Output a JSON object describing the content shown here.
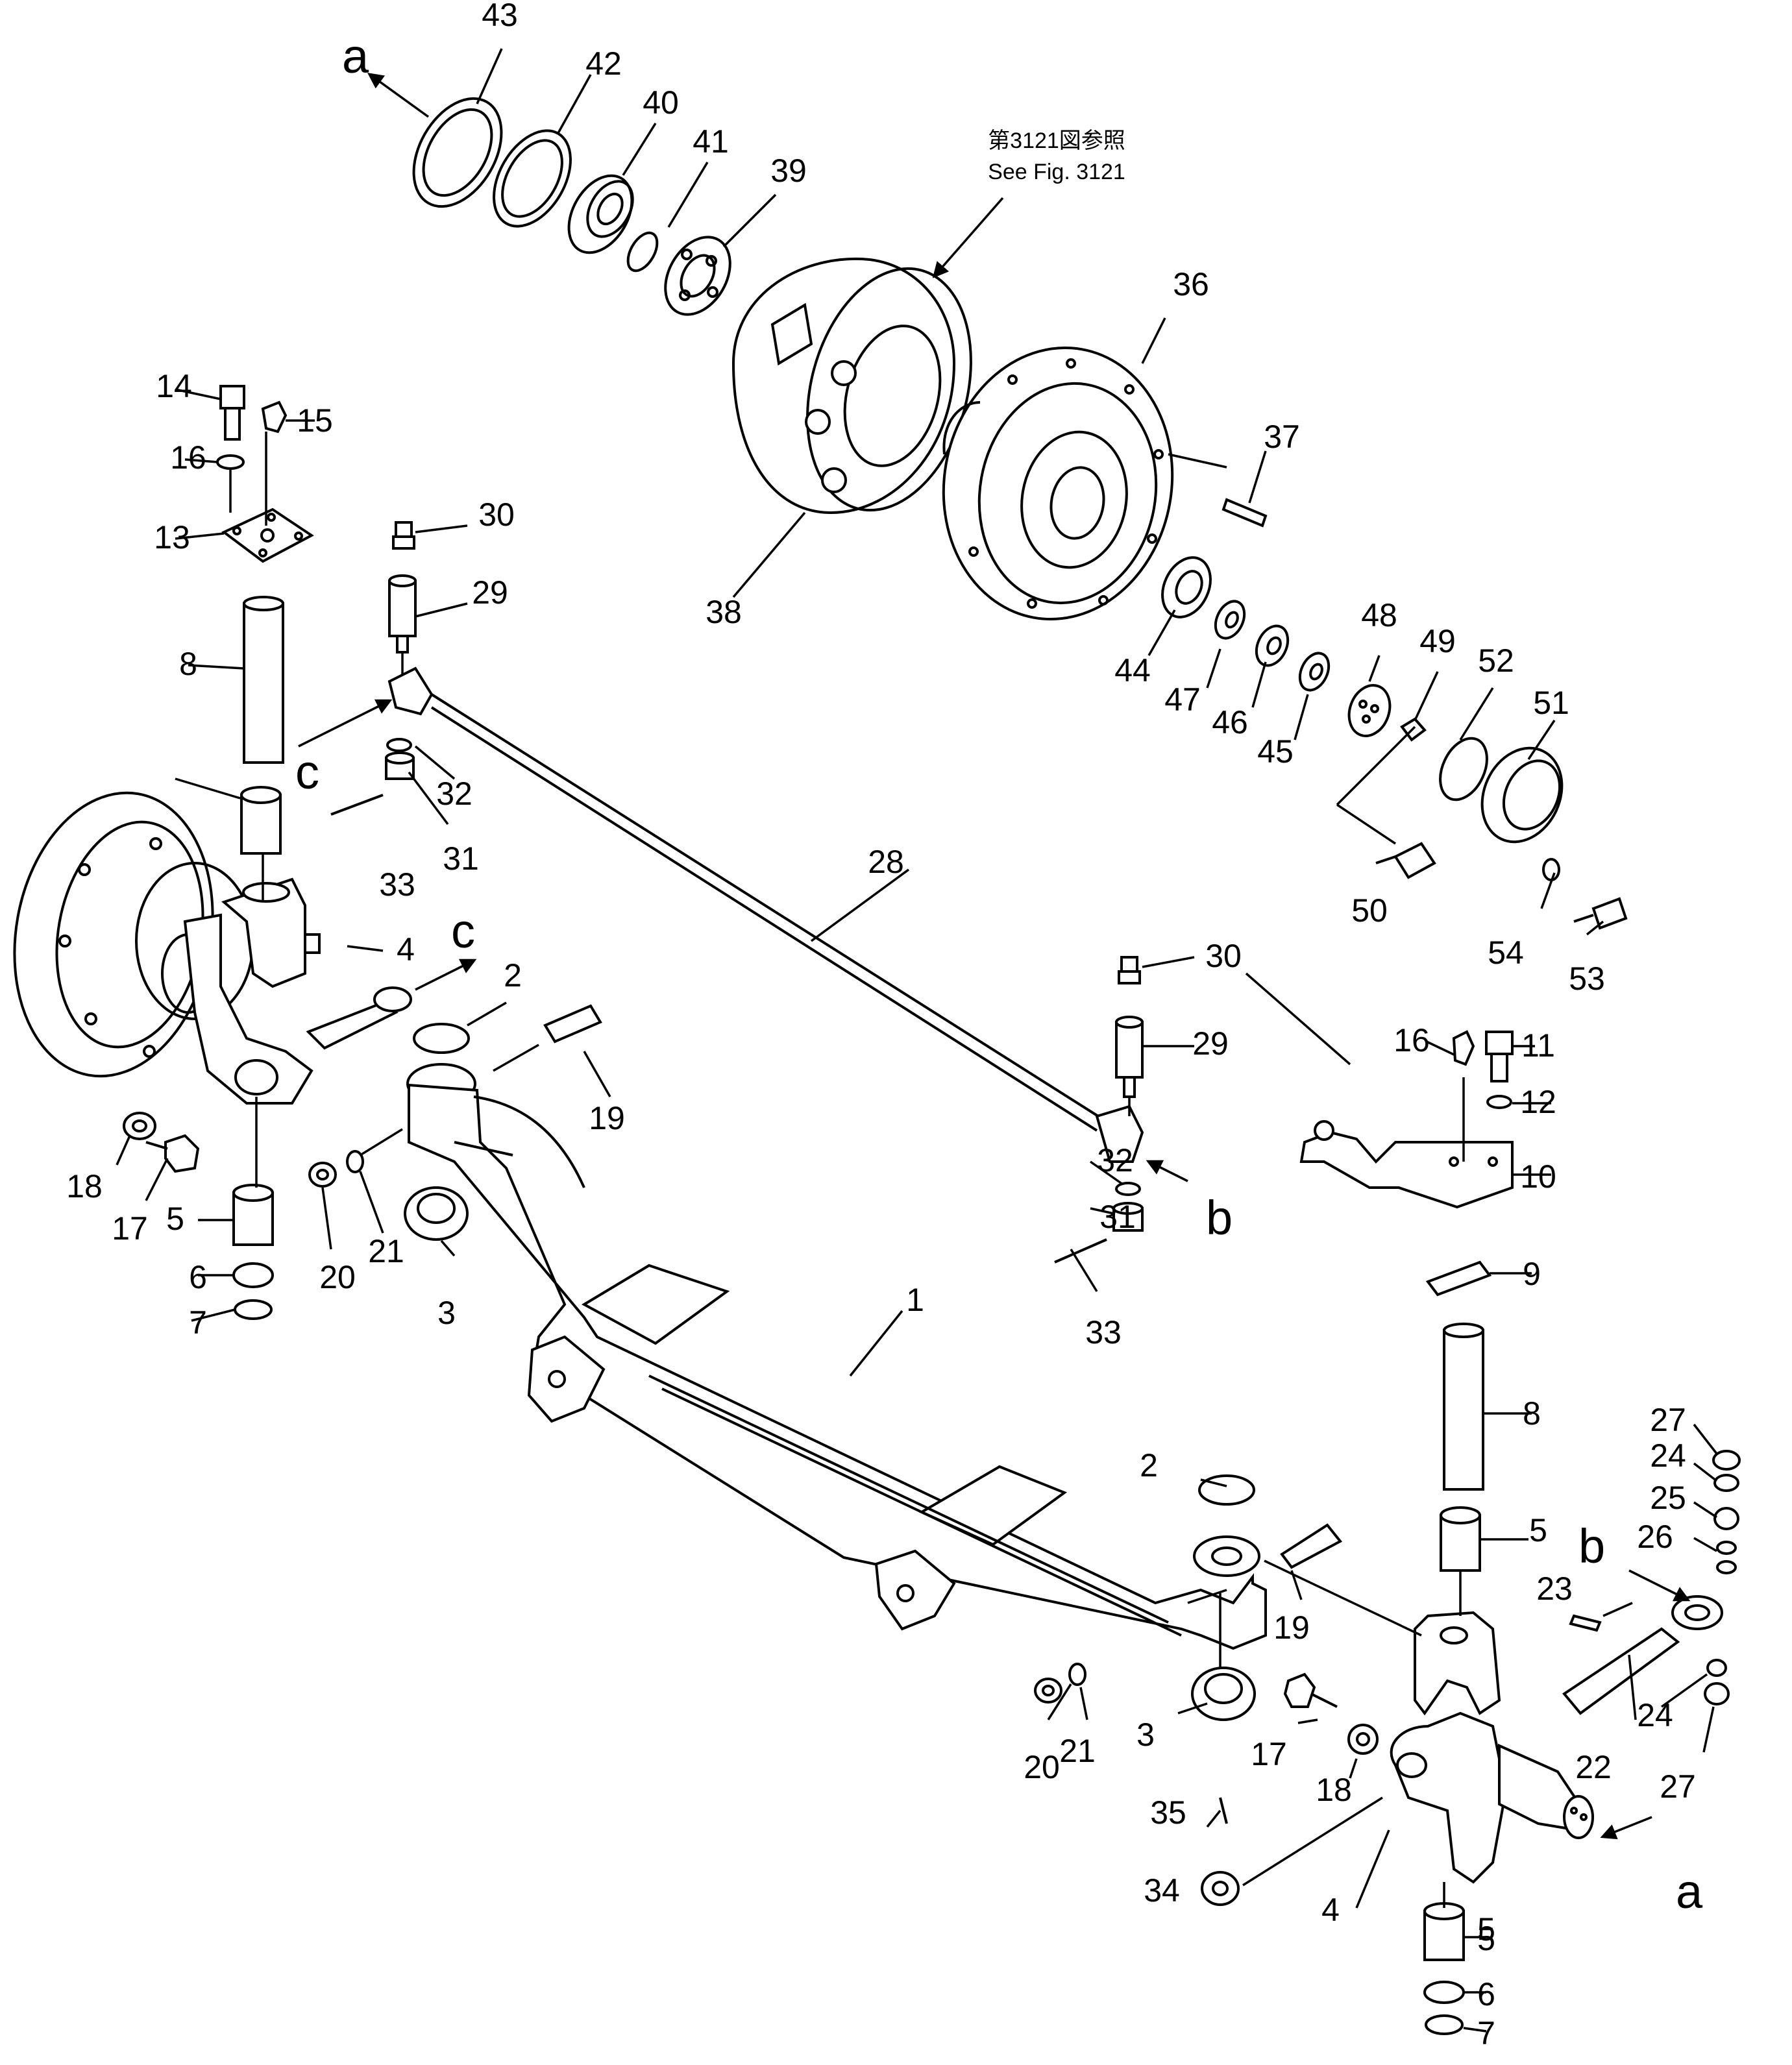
{
  "reference_note": {
    "line1": "第3121図参照",
    "line2": "See Fig. 3121"
  },
  "view_letters": [
    "a",
    "a",
    "b",
    "b",
    "c",
    "c"
  ],
  "callouts": [
    "1",
    "2",
    "2",
    "3",
    "3",
    "4",
    "4",
    "5",
    "5",
    "5",
    "5",
    "6",
    "6",
    "7",
    "7",
    "8",
    "8",
    "9",
    "10",
    "11",
    "12",
    "13",
    "14",
    "15",
    "16",
    "16",
    "17",
    "17",
    "18",
    "18",
    "19",
    "19",
    "20",
    "20",
    "21",
    "21",
    "22",
    "23",
    "24",
    "24",
    "25",
    "26",
    "27",
    "27",
    "28",
    "29",
    "29",
    "30",
    "30",
    "31",
    "31",
    "32",
    "32",
    "33",
    "33",
    "34",
    "35",
    "36",
    "37",
    "38",
    "39",
    "40",
    "41",
    "42",
    "43",
    "44",
    "45",
    "46",
    "47",
    "48",
    "49",
    "50",
    "51",
    "52",
    "53",
    "54"
  ]
}
